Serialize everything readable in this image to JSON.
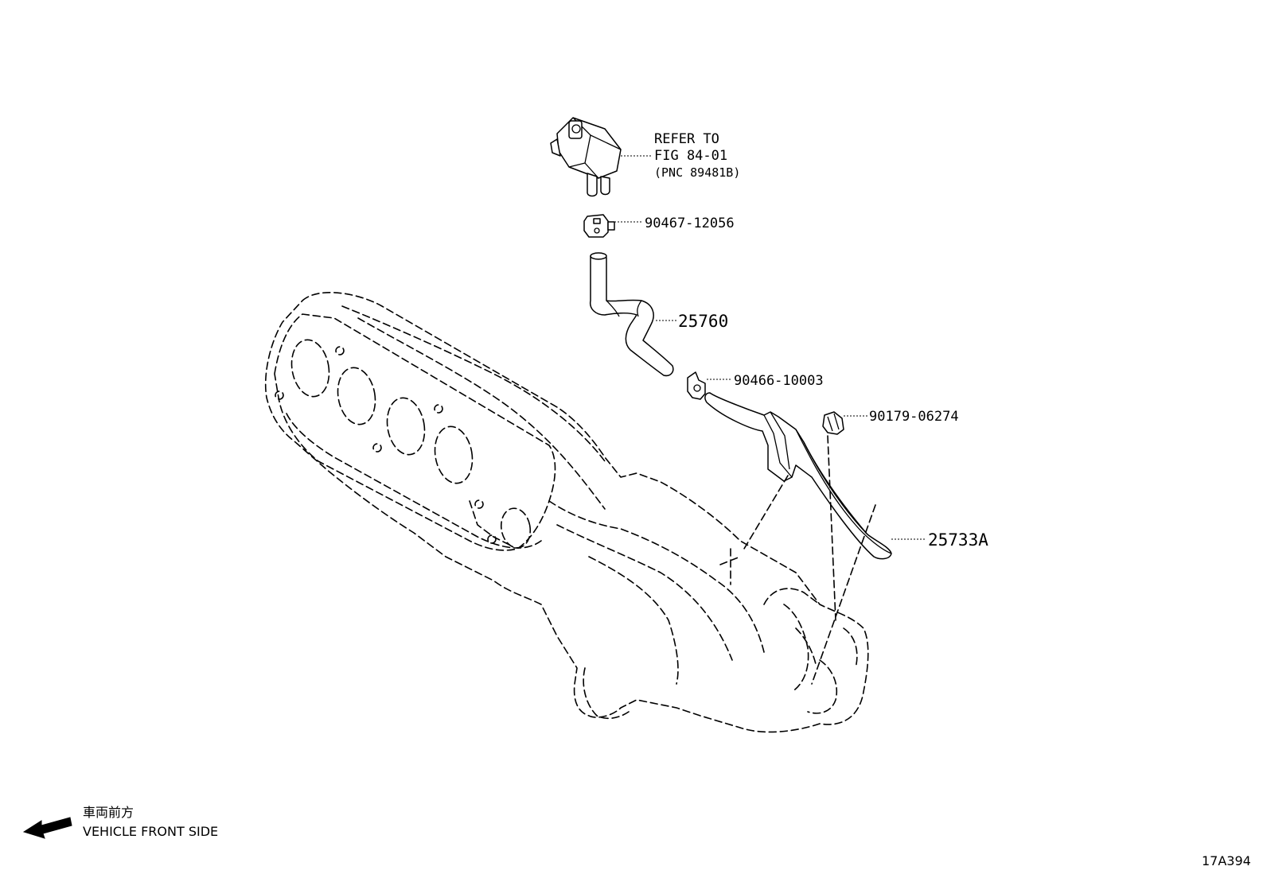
{
  "callouts": {
    "refer_line1": "REFER TO",
    "refer_line2": "FIG 84-01",
    "refer_line3": "(PNC 89481B)",
    "part_90467": "90467-12056",
    "part_25760": "25760",
    "part_90466": "90466-10003",
    "part_90179": "90179-06274",
    "part_25733A": "25733A"
  },
  "legend": {
    "direction_jp": "車両前方",
    "direction_en": "VEHICLE FRONT SIDE"
  },
  "figure_id": "17A394"
}
